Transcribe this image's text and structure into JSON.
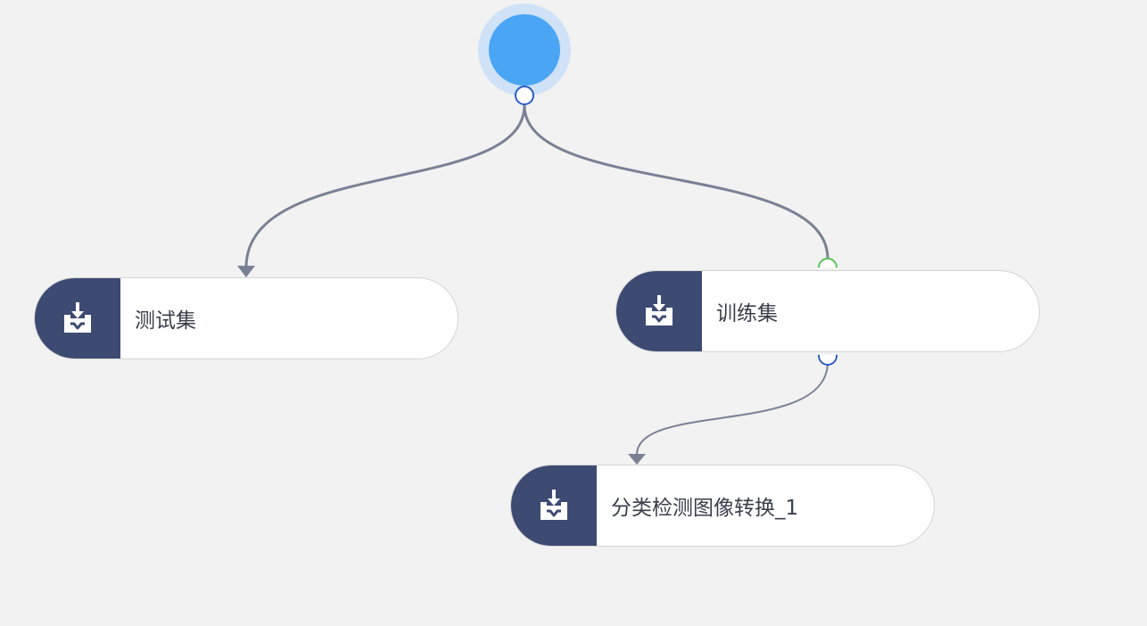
{
  "canvas": {
    "background": "#f2f2f2"
  },
  "start_node": {
    "color": "#4aa5f5",
    "halo_color": "#cfe2f7"
  },
  "nodes": [
    {
      "id": "test-set",
      "label": "测试集",
      "icon": "inbox-download-icon"
    },
    {
      "id": "train-set",
      "label": "训练集",
      "icon": "inbox-download-icon"
    },
    {
      "id": "transform",
      "label": "分类检测图像转换_1",
      "icon": "inbox-download-icon"
    }
  ],
  "colors": {
    "node_icon_bg": "#3d4a72",
    "edge": "#7b8194",
    "port_out": "#2c5cc5",
    "port_in_active": "#5cc35c"
  }
}
